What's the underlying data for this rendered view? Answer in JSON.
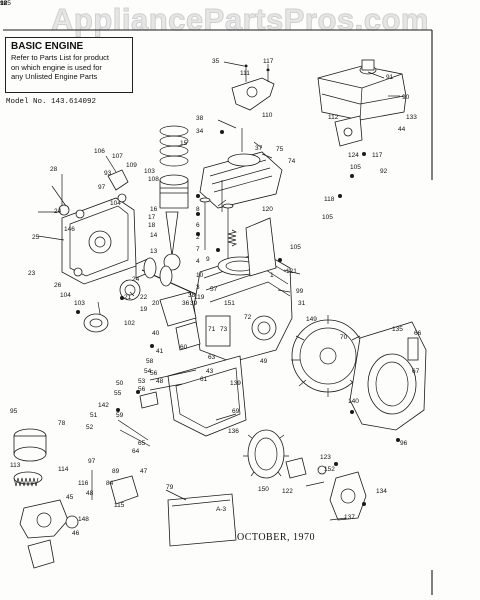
{
  "watermark": "AppliancePartsPros.com",
  "info_box": {
    "title": "BASIC ENGINE",
    "note_lines": [
      "Refer to Parts List for product",
      "on which engine is used for",
      "any Unlisted Engine Parts"
    ]
  },
  "model_number": "Model No. 143.614092",
  "date": "OCTOBER, 1970",
  "page_code": "A-3",
  "callouts": [
    "35",
    "117",
    "91",
    "111",
    "90",
    "112",
    "133",
    "44",
    "110",
    "38",
    "34",
    "37",
    "75",
    "74",
    "124",
    "117",
    "105",
    "92",
    "15",
    "106",
    "107",
    "28",
    "109",
    "93",
    "103",
    "97",
    "104",
    "108",
    "24",
    "16",
    "17",
    "18",
    "8",
    "6",
    "2",
    "120",
    "105",
    "118",
    "25",
    "146",
    "14",
    "13",
    "7",
    "105",
    "4",
    "10",
    "3",
    "9",
    "119",
    "23",
    "26",
    "24",
    "21",
    "22",
    "19",
    "20",
    "1",
    "121",
    "99",
    "104",
    "103",
    "102",
    "36",
    "39",
    "38",
    "40",
    "41",
    "31",
    "149",
    "70",
    "135",
    "66",
    "58",
    "54",
    "53",
    "56",
    "50",
    "55",
    "56",
    "142",
    "51",
    "52",
    "59",
    "97",
    "48",
    "49",
    "60",
    "63",
    "43",
    "61",
    "139",
    "140",
    "67",
    "69",
    "136",
    "64",
    "65",
    "96",
    "95",
    "78",
    "113",
    "114",
    "148",
    "116",
    "48",
    "84",
    "89",
    "115",
    "45",
    "46",
    "47",
    "79",
    "150",
    "122",
    "123",
    "152",
    "137",
    "134",
    "71",
    "72",
    "73",
    "151",
    "57",
    "12",
    "11",
    "98",
    "125"
  ]
}
